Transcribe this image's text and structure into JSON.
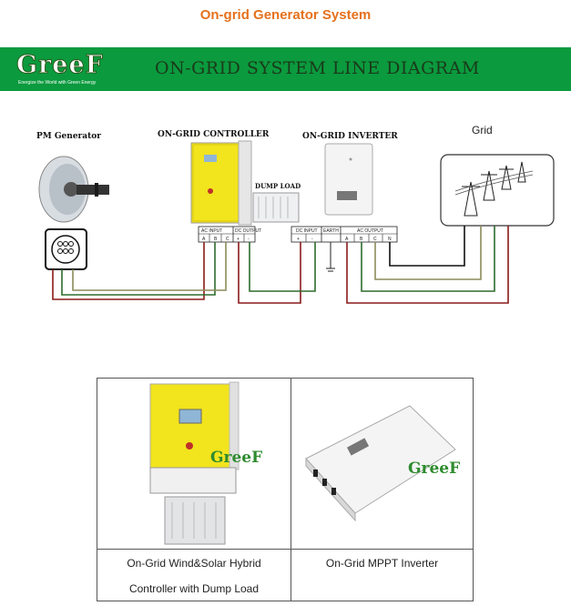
{
  "page_title": "On-grid Generator System",
  "banner": {
    "logo": "GreeF",
    "logo_tagline": "Energize the World with Green Energy",
    "title": "ON-GRID SYSTEM LINE DIAGRAM"
  },
  "diagram": {
    "generator_label": "PM Generator",
    "controller_label": "ON-GRID CONTROLLER",
    "dump_load_label": "DUMP LOAD",
    "inverter_label": "ON-GRID INVERTER",
    "grid_label": "Grid",
    "controller_terminals": {
      "ac_input_label": "AC INPUT",
      "ac_input_pins": [
        "A",
        "B",
        "C"
      ],
      "dc_output_label": "DC OUTPUT",
      "dc_output_pins": [
        "+",
        "-"
      ]
    },
    "inverter_terminals": {
      "dc_input_label": "DC INPUT",
      "dc_input_pins": [
        "+",
        "-"
      ],
      "earth_label": "EARTH",
      "ac_output_label": "AC OUTPUT",
      "ac_output_pins": [
        "A",
        "B",
        "C",
        "N"
      ]
    },
    "colors": {
      "banner": "#0b9a3e",
      "wire_red": "#8b1a1a",
      "wire_green": "#2e6b2e",
      "wire_olive": "#8c8c5a",
      "wire_black": "#111111",
      "controller_yellow": "#f2e41d"
    }
  },
  "product_table": {
    "watermark": "GreeF",
    "left_caption_line1": "On-Grid Wind&Solar Hybrid",
    "left_caption_line2": "Controller with Dump Load",
    "right_caption": "On-Grid MPPT Inverter"
  }
}
